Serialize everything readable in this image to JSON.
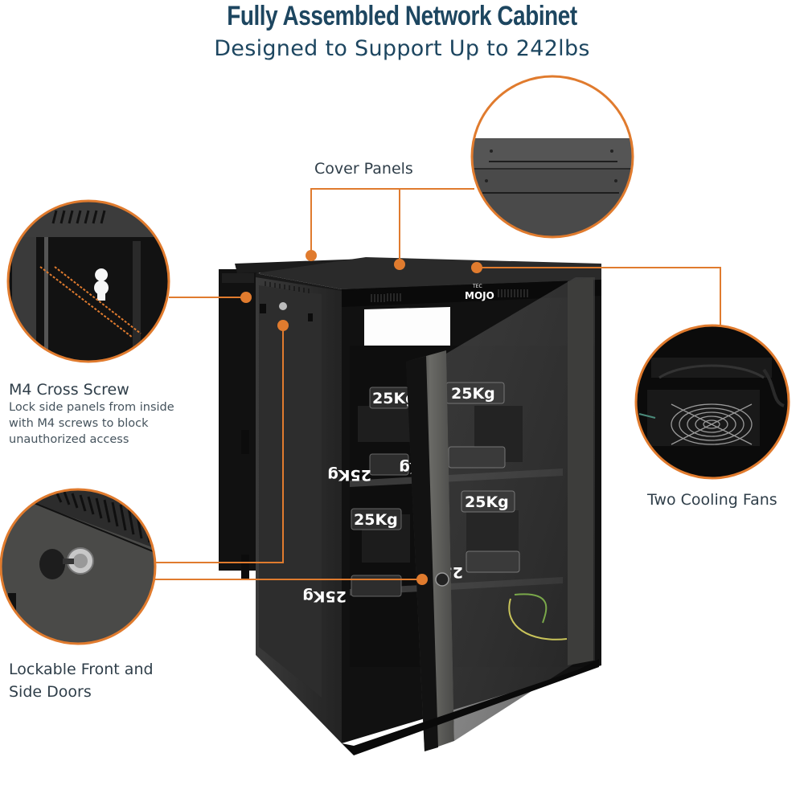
{
  "header": {
    "title": "Fully Assembled Network Cabinet",
    "subtitle": "Designed to Support Up to 242lbs"
  },
  "callouts": {
    "cover_panels": {
      "title": "Cover Panels"
    },
    "m4_screw": {
      "title": "M4 Cross Screw",
      "description_lines": [
        "Lock side panels from inside",
        "with M4 screws to block",
        "unauthorized access"
      ]
    },
    "lockable_doors": {
      "title_lines": [
        "Lockable Front and",
        "Side Doors"
      ]
    },
    "cooling_fans": {
      "title": "Two Cooling Fans"
    }
  },
  "product": {
    "brand_logo_small": "TEC",
    "brand_logo": "MOJO",
    "weight_labels": [
      "25Kg",
      "25Kg",
      "25Kg",
      "25Kg",
      "25Kg",
      "25Kg",
      "25Kg",
      "25Kg"
    ]
  },
  "colors": {
    "accent_orange": "#e07b2e",
    "heading_blue": "#1d4660",
    "body_text": "#2f3e49",
    "cabinet_black": "#141414"
  }
}
